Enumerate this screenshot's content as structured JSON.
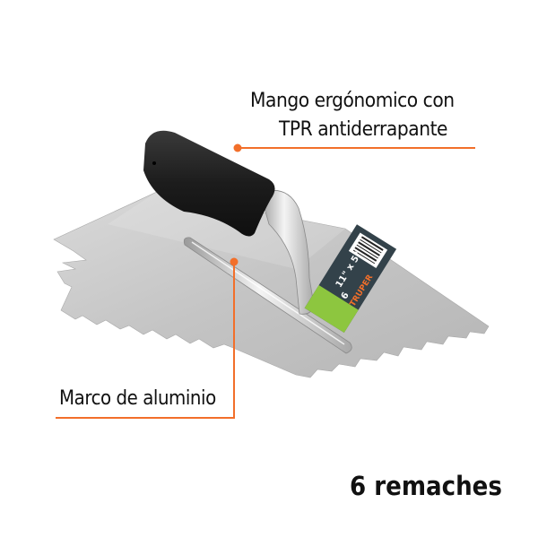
{
  "product": {
    "brand": "TRUPER",
    "label_size": "11\" x 5\"",
    "label_number": "6"
  },
  "callouts": {
    "handle_line1": "Mango ergónomico con",
    "handle_line2": "TPR antiderrapante",
    "frame": "Marco de aluminio",
    "rivets": "6 remaches"
  },
  "colors": {
    "accent": "#f26f2a",
    "text": "#111111",
    "handle": "#1e1e1e",
    "steel": "#c9c9c9",
    "label_bg": "#33424a",
    "label_green": "#8dc63f"
  }
}
